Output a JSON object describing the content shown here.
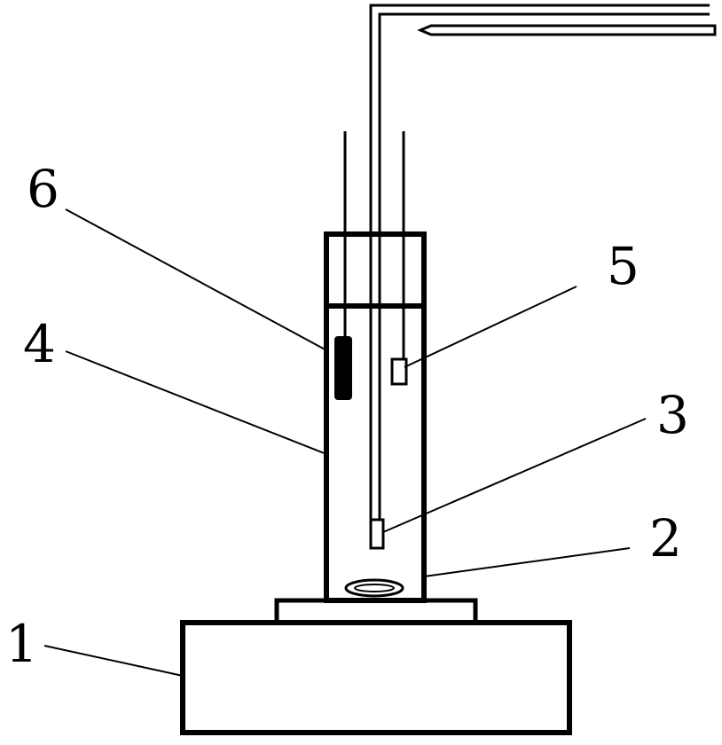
{
  "labels": {
    "base": "1",
    "stir_bar": "2",
    "gas_tube_outlet": "3",
    "vessel": "4",
    "electrode_small": "5",
    "electrode_large": "6"
  },
  "colors": {
    "stroke": "#000000",
    "background": "#ffffff"
  }
}
